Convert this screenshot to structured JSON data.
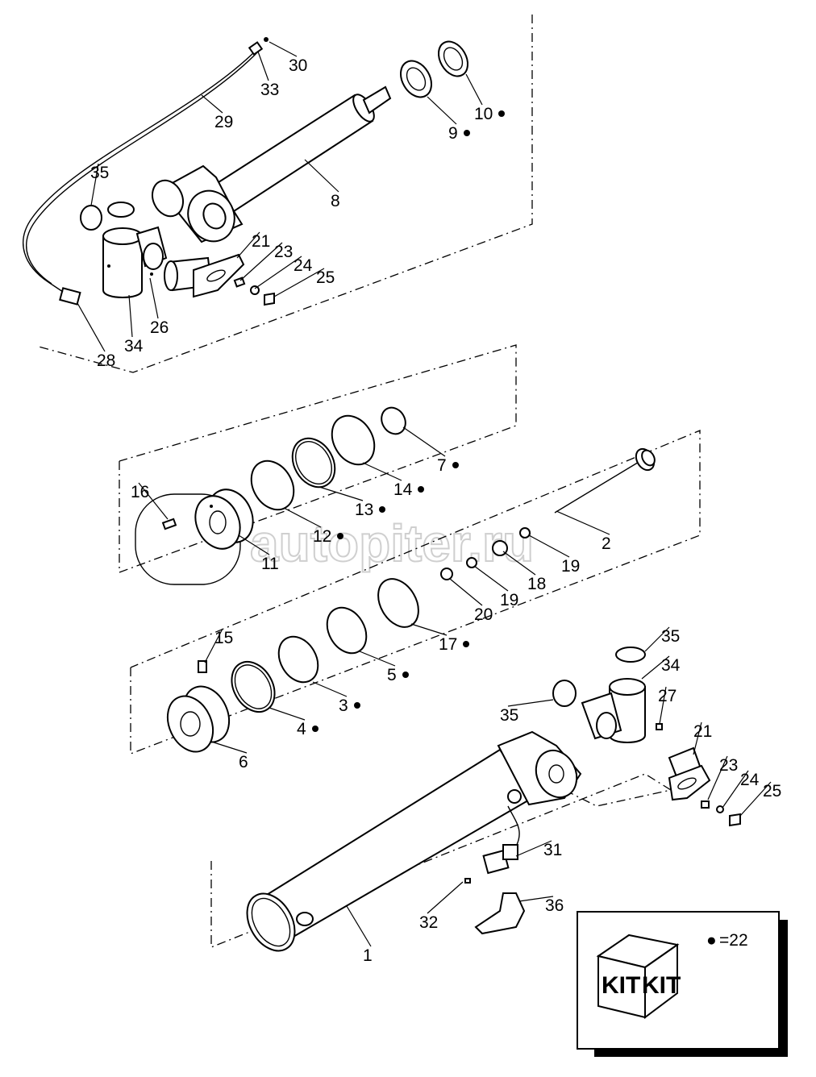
{
  "watermark": "autopiter.ru",
  "legend": {
    "symbol": "●",
    "text": "=22",
    "kit_front": "KIT",
    "kit_side": "KIT"
  },
  "callouts": [
    {
      "id": "c30",
      "text": "30",
      "kit": false
    },
    {
      "id": "c33",
      "text": "33",
      "kit": false
    },
    {
      "id": "c29",
      "text": "29",
      "kit": false
    },
    {
      "id": "c10",
      "text": "10",
      "kit": true
    },
    {
      "id": "c9",
      "text": "9",
      "kit": true
    },
    {
      "id": "c8",
      "text": "8",
      "kit": false
    },
    {
      "id": "c35a",
      "text": "35",
      "kit": false
    },
    {
      "id": "c21a",
      "text": "21",
      "kit": false
    },
    {
      "id": "c23a",
      "text": "23",
      "kit": false
    },
    {
      "id": "c24a",
      "text": "24",
      "kit": false
    },
    {
      "id": "c25a",
      "text": "25",
      "kit": false
    },
    {
      "id": "c26",
      "text": "26",
      "kit": false
    },
    {
      "id": "c34a",
      "text": "34",
      "kit": false
    },
    {
      "id": "c28",
      "text": "28",
      "kit": false
    },
    {
      "id": "c7",
      "text": "7",
      "kit": true
    },
    {
      "id": "c14",
      "text": "14",
      "kit": true
    },
    {
      "id": "c13",
      "text": "13",
      "kit": true
    },
    {
      "id": "c12",
      "text": "12",
      "kit": true
    },
    {
      "id": "c16",
      "text": "16",
      "kit": false
    },
    {
      "id": "c11",
      "text": "11",
      "kit": false
    },
    {
      "id": "c2",
      "text": "2",
      "kit": false
    },
    {
      "id": "c19a",
      "text": "19",
      "kit": false
    },
    {
      "id": "c18",
      "text": "18",
      "kit": false
    },
    {
      "id": "c19b",
      "text": "19",
      "kit": false
    },
    {
      "id": "c20",
      "text": "20",
      "kit": false
    },
    {
      "id": "c17",
      "text": "17",
      "kit": true
    },
    {
      "id": "c5",
      "text": "5",
      "kit": true
    },
    {
      "id": "c3",
      "text": "3",
      "kit": true
    },
    {
      "id": "c4",
      "text": "4",
      "kit": true
    },
    {
      "id": "c15",
      "text": "15",
      "kit": false
    },
    {
      "id": "c6",
      "text": "6",
      "kit": false
    },
    {
      "id": "c35b",
      "text": "35",
      "kit": false
    },
    {
      "id": "c34b",
      "text": "34",
      "kit": false
    },
    {
      "id": "c27",
      "text": "27",
      "kit": false
    },
    {
      "id": "c35c",
      "text": "35",
      "kit": false
    },
    {
      "id": "c21b",
      "text": "21",
      "kit": false
    },
    {
      "id": "c23b",
      "text": "23",
      "kit": false
    },
    {
      "id": "c24b",
      "text": "24",
      "kit": false
    },
    {
      "id": "c25b",
      "text": "25",
      "kit": false
    },
    {
      "id": "c31",
      "text": "31",
      "kit": false
    },
    {
      "id": "c36",
      "text": "36",
      "kit": false
    },
    {
      "id": "c32",
      "text": "32",
      "kit": false
    },
    {
      "id": "c1",
      "text": "1",
      "kit": false
    }
  ]
}
